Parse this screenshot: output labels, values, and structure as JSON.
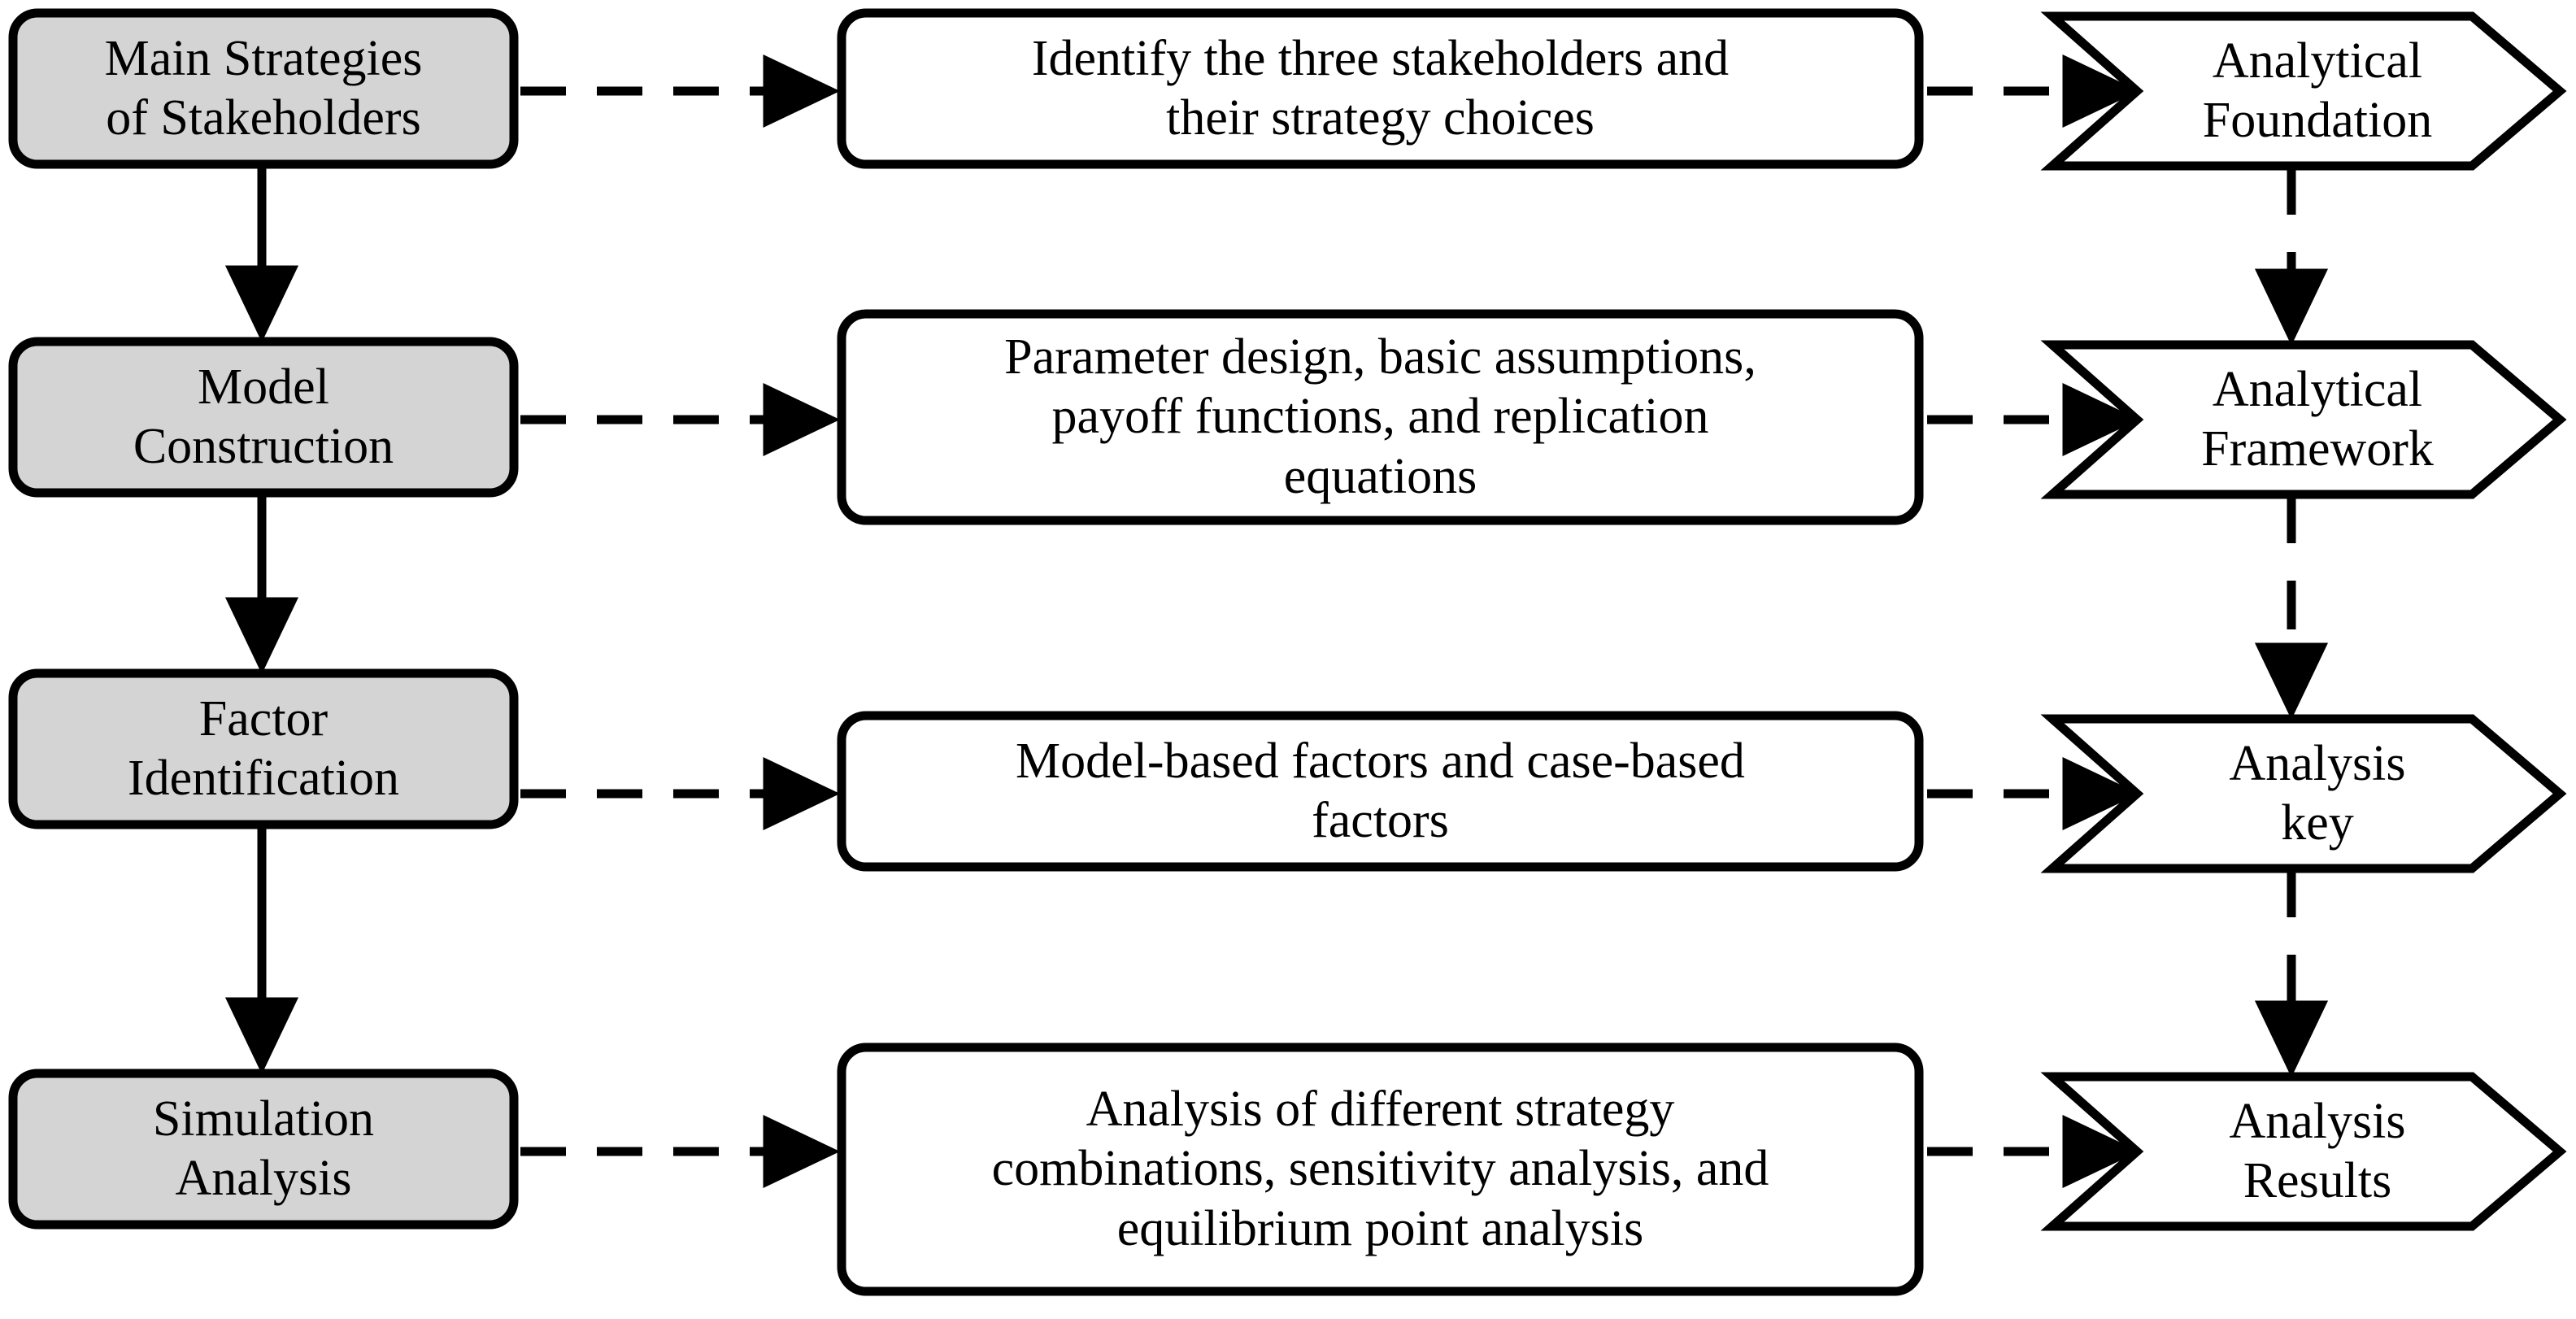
{
  "diagram": {
    "title": "Research Framework Flowchart",
    "colors": {
      "stage_fill": "#d4d4d4",
      "detail_fill": "#ffffff",
      "outcome_fill": "#ffffff",
      "stroke": "#000000",
      "background": "#ffffff"
    },
    "rows": [
      {
        "stage": {
          "label": "Main Strategies\nof Stakeholders",
          "shape": "rounded-rectangle",
          "fill": "#d4d4d4"
        },
        "detail": {
          "label": "Identify the three stakeholders and\ntheir strategy choices",
          "shape": "rounded-rectangle",
          "fill": "#ffffff"
        },
        "outcome": {
          "label": "Analytical\nFoundation",
          "shape": "chevron",
          "fill": "#ffffff"
        }
      },
      {
        "stage": {
          "label": "Model\nConstruction",
          "shape": "rounded-rectangle",
          "fill": "#d4d4d4"
        },
        "detail": {
          "label": "Parameter design, basic assumptions,\npayoff functions, and replication\nequations",
          "shape": "rounded-rectangle",
          "fill": "#ffffff"
        },
        "outcome": {
          "label": "Analytical\nFramework",
          "shape": "chevron",
          "fill": "#ffffff"
        }
      },
      {
        "stage": {
          "label": "Factor\nIdentification",
          "shape": "rounded-rectangle",
          "fill": "#d4d4d4"
        },
        "detail": {
          "label": "Model-based factors and case-based\nfactors",
          "shape": "rounded-rectangle",
          "fill": "#ffffff"
        },
        "outcome": {
          "label": "Analysis\nkey",
          "shape": "chevron",
          "fill": "#ffffff"
        }
      },
      {
        "stage": {
          "label": "Simulation\nAnalysis",
          "shape": "rounded-rectangle",
          "fill": "#d4d4d4"
        },
        "detail": {
          "label": "Analysis of different strategy\ncombinations, sensitivity analysis, and\nequilibrium point analysis",
          "shape": "rounded-rectangle",
          "fill": "#ffffff"
        },
        "outcome": {
          "label": "Analysis\nResults",
          "shape": "chevron",
          "fill": "#ffffff"
        }
      }
    ],
    "connectors": {
      "stage_to_detail": {
        "style": "dashed",
        "arrowhead": "filled-triangle",
        "direction": "right"
      },
      "detail_to_outcome": {
        "style": "dashed",
        "arrowhead": "filled-triangle",
        "direction": "right"
      },
      "stage_to_stage": {
        "style": "solid",
        "arrowhead": "filled-triangle",
        "direction": "down"
      },
      "outcome_to_outcome": {
        "style": "dashed",
        "arrowhead": "filled-triangle",
        "direction": "down"
      }
    }
  }
}
